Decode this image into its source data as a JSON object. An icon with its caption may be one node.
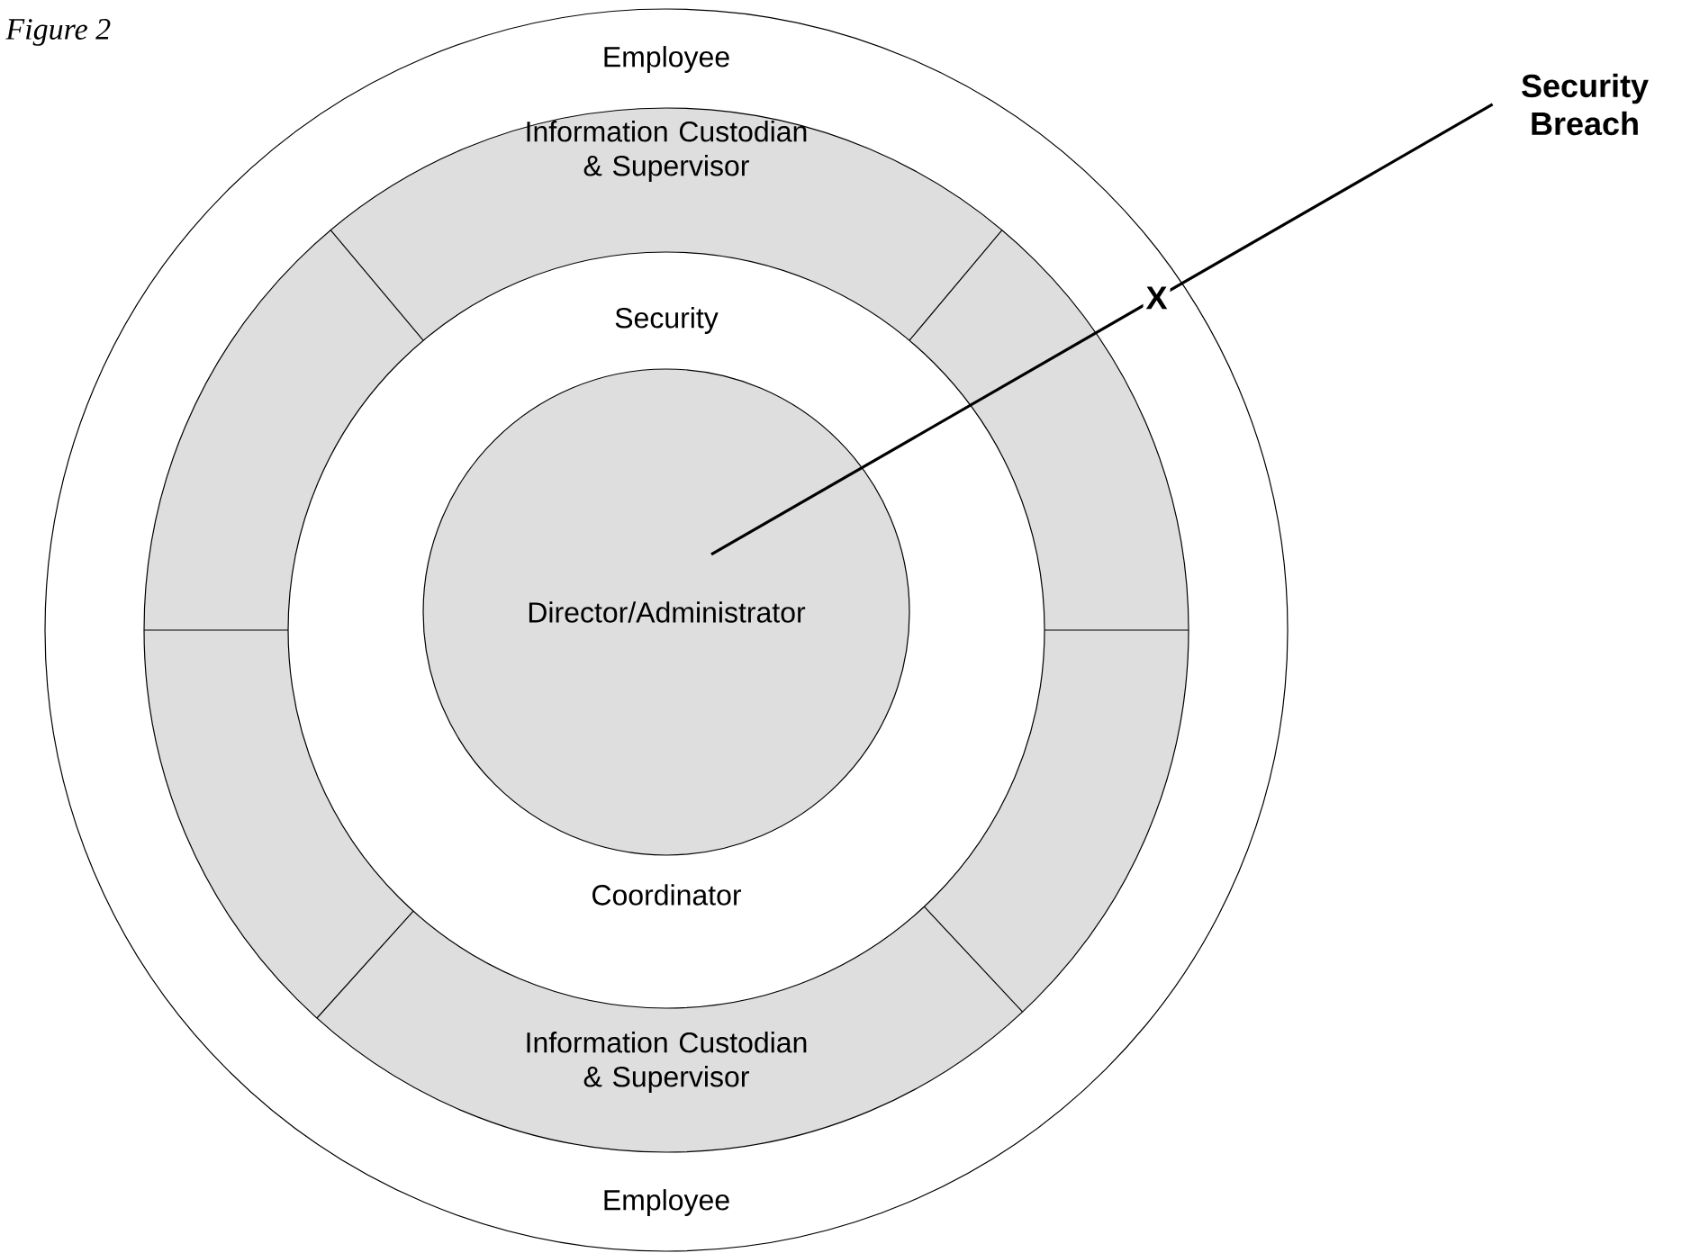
{
  "diagram": {
    "title": "Figure 2",
    "nodes": [
      {
        "text": [
          "Employee",
          "Employee"
        ]
      },
      {
        "text": [
          "Information Custodian & Supervisor",
          "Information Custodian & Supervisor"
        ],
        "in": 0
      },
      {
        "text": [
          "Security",
          "Coordinator"
        ],
        "in": 1
      },
      {
        "text": [
          "Director/Administrator"
        ],
        "in": 2
      },
      {
        "text": [
          "Security Breach"
        ]
      }
    ],
    "edges": [
      {
        "from": 4,
        "to": 3,
        "arrow": "none",
        "label": "X"
      }
    ]
  }
}
